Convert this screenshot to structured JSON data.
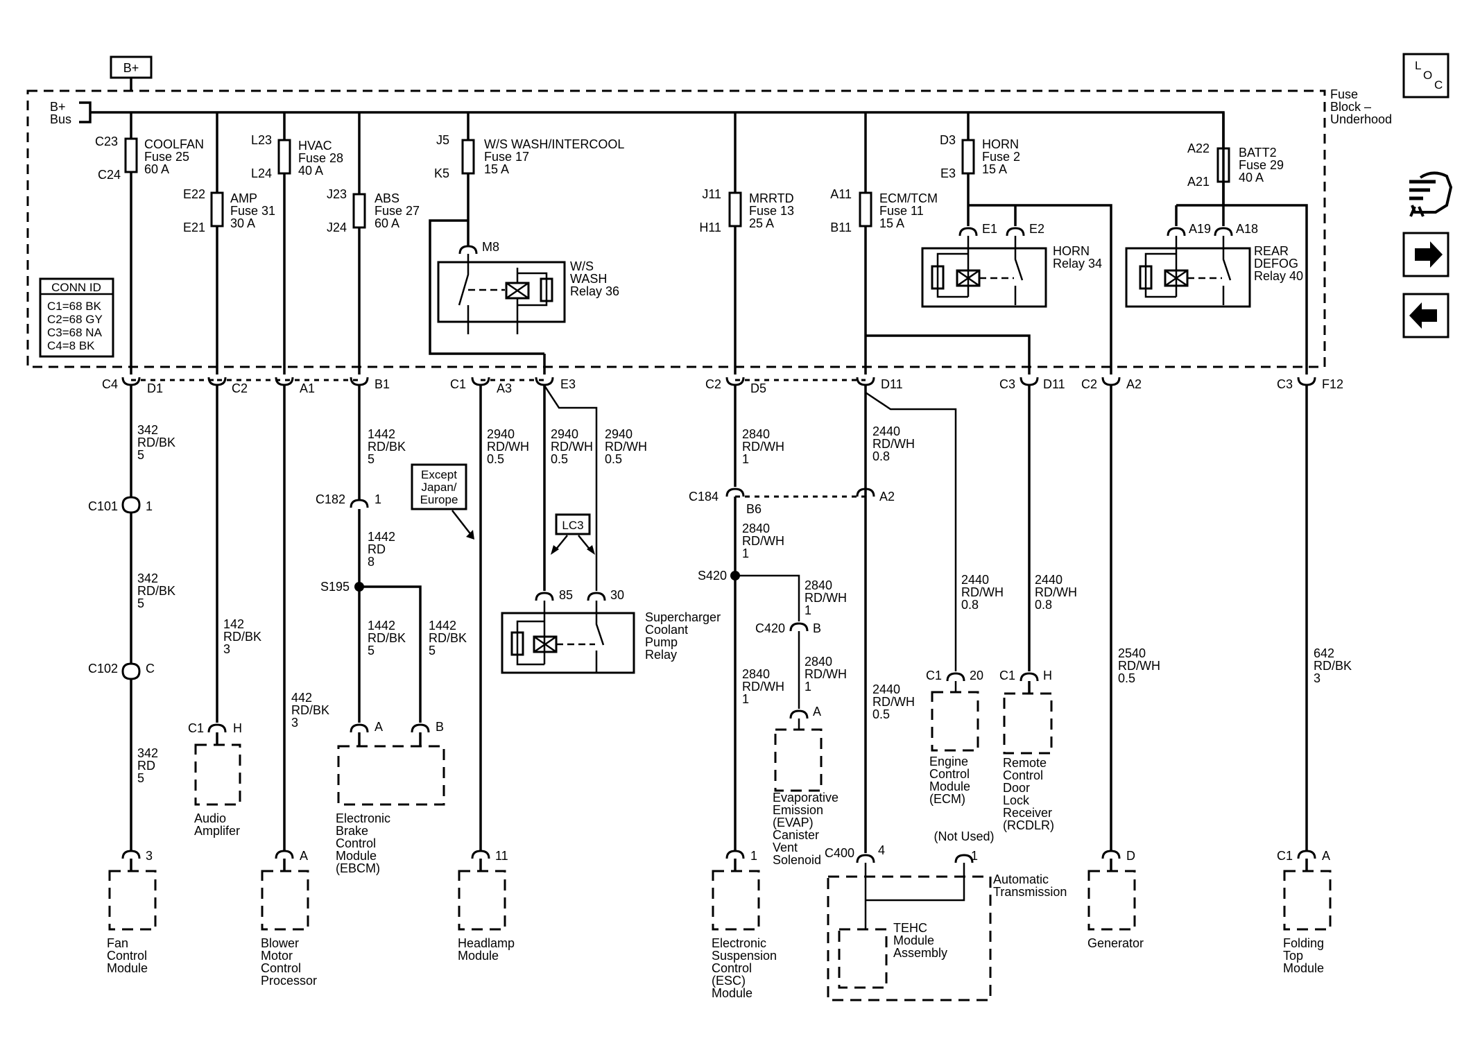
{
  "header": {
    "bplus": "B+"
  },
  "fuse_block": {
    "l1": "Fuse",
    "l2": "Block –",
    "l3": "Underhood"
  },
  "bus": {
    "l1": "B+",
    "l2": "Bus"
  },
  "conn_id": {
    "title": "CONN ID",
    "c1": "C1=68 BK",
    "c2": "C2=68 GY",
    "c3": "C3=68 NA",
    "c4": "C4=8 BK"
  },
  "fuses": [
    {
      "top": "C23",
      "bot": "C24",
      "name": "COOLFAN",
      "fuse": "Fuse 25",
      "amp": "60 A"
    },
    {
      "top": "E22",
      "bot": "E21",
      "name": "AMP",
      "fuse": "Fuse 31",
      "amp": "30 A"
    },
    {
      "top": "L23",
      "bot": "L24",
      "name": "HVAC",
      "fuse": "Fuse 28",
      "amp": "40 A"
    },
    {
      "top": "J23",
      "bot": "J24",
      "name": "ABS",
      "fuse": "Fuse 27",
      "amp": "60 A"
    },
    {
      "top": "J5",
      "bot": "K5",
      "name": "W/S WASH/INTERCOOL",
      "fuse": "Fuse 17",
      "amp": "15 A"
    },
    {
      "top": "J11",
      "bot": "H11",
      "name": "MRRTD",
      "fuse": "Fuse 13",
      "amp": "25 A"
    },
    {
      "top": "A11",
      "bot": "B11",
      "name": "ECM/TCM",
      "fuse": "Fuse 11",
      "amp": "15 A"
    },
    {
      "top": "D3",
      "bot": "E3",
      "name": "HORN",
      "fuse": "Fuse 2",
      "amp": "15 A"
    },
    {
      "top": "A22",
      "bot": "A21",
      "name": "BATT2",
      "fuse": "Fuse 29",
      "amp": "40 A"
    }
  ],
  "relays": {
    "ws": {
      "pin": "M8",
      "l1": "W/S",
      "l2": "WASH",
      "l3": "Relay 36"
    },
    "horn": {
      "p1": "E1",
      "p2": "E2",
      "l1": "HORN",
      "l2": "Relay 34"
    },
    "defog": {
      "p1": "A19",
      "p2": "A18",
      "l1": "REAR",
      "l2": "DEFOG",
      "l3": "Relay 40"
    }
  },
  "row_connectors": [
    {
      "conn": "C4",
      "pin": "D1"
    },
    {
      "conn": "",
      "pin": "C2"
    },
    {
      "conn": "",
      "pin": "A1"
    },
    {
      "conn": "",
      "pin": "B1"
    },
    {
      "conn": "C1",
      "pin": "A3"
    },
    {
      "conn": "",
      "pin": "E3"
    },
    {
      "conn": "C2",
      "pin": "D5"
    },
    {
      "conn": "",
      "pin": "D11"
    },
    {
      "conn": "C3",
      "pin": "D11"
    },
    {
      "conn": "C2",
      "pin": "A2"
    },
    {
      "conn": "C3",
      "pin": "F12"
    }
  ],
  "wires": [
    {
      "c": "342",
      "col": "RD/BK",
      "g": "5"
    },
    {
      "c": "342",
      "col": "RD/BK",
      "g": "5"
    },
    {
      "c": "342",
      "col": "RD",
      "g": "5"
    },
    {
      "c": "142",
      "col": "RD/BK",
      "g": "3"
    },
    {
      "c": "442",
      "col": "RD/BK",
      "g": "3"
    },
    {
      "c": "1442",
      "col": "RD/BK",
      "g": "5"
    },
    {
      "c": "1442",
      "col": "RD",
      "g": "8"
    },
    {
      "c": "1442",
      "col": "RD/BK",
      "g": "5"
    },
    {
      "c": "1442",
      "col": "RD/BK",
      "g": "5"
    },
    {
      "c": "2940",
      "col": "RD/WH",
      "g": "0.5"
    },
    {
      "c": "2940",
      "col": "RD/WH",
      "g": "0.5"
    },
    {
      "c": "2940",
      "col": "RD/WH",
      "g": "0.5"
    },
    {
      "c": "2840",
      "col": "RD/WH",
      "g": "1"
    },
    {
      "c": "2840",
      "col": "RD/WH",
      "g": "1"
    },
    {
      "c": "2840",
      "col": "RD/WH",
      "g": "1"
    },
    {
      "c": "2840",
      "col": "RD/WH",
      "g": "1"
    },
    {
      "c": "2840",
      "col": "RD/WH",
      "g": "1"
    },
    {
      "c": "2440",
      "col": "RD/WH",
      "g": "0.8"
    },
    {
      "c": "2440",
      "col": "RD/WH",
      "g": "0.5"
    },
    {
      "c": "2440",
      "col": "RD/WH",
      "g": "0.8"
    },
    {
      "c": "2440",
      "col": "RD/WH",
      "g": "0.8"
    },
    {
      "c": "2540",
      "col": "RD/WH",
      "g": "0.5"
    },
    {
      "c": "642",
      "col": "RD/BK",
      "g": "3"
    }
  ],
  "inline_connectors": {
    "c101": {
      "conn": "C101",
      "pin": "1"
    },
    "c102": {
      "conn": "C102",
      "pin": "C"
    },
    "c182": {
      "conn": "C182",
      "pin": "1"
    },
    "s195": "S195",
    "c184": {
      "conn": "C184",
      "p1": "B6",
      "p2": "A2"
    },
    "s420": "S420",
    "c420": {
      "conn": "C420",
      "pin": "B"
    }
  },
  "note_except": {
    "l1": "Except",
    "l2": "Japan/",
    "l3": "Europe"
  },
  "lc3": "LC3",
  "sc_relay": {
    "p1": "85",
    "p2": "30",
    "l1": "Supercharger",
    "l2": "Coolant",
    "l3": "Pump",
    "l4": "Relay"
  },
  "components": {
    "audio": {
      "conn": "C1",
      "pin": "H",
      "l1": "Audio",
      "l2": "Amplifer"
    },
    "ebcm": {
      "p1": "A",
      "p2": "B",
      "l1": "Electronic",
      "l2": "Brake",
      "l3": "Control",
      "l4": "Module",
      "l5": "(EBCM)"
    },
    "evap": {
      "pin": "A",
      "l1": "Evaporative",
      "l2": "Emission",
      "l3": "(EVAP)",
      "l4": "Canister",
      "l5": "Vent",
      "l6": "Solenoid"
    },
    "ecm": {
      "conn": "C1",
      "pin": "20",
      "l1": "Engine",
      "l2": "Control",
      "l3": "Module",
      "l4": "(ECM)"
    },
    "rcdlr": {
      "conn": "C1",
      "pin": "H",
      "l1": "Remote",
      "l2": "Control",
      "l3": "Door",
      "l4": "Lock",
      "l5": "Receiver",
      "l6": "(RCDLR)"
    },
    "fan": {
      "pin": "3",
      "l1": "Fan",
      "l2": "Control",
      "l3": "Module"
    },
    "blower": {
      "pin": "A",
      "l1": "Blower",
      "l2": "Motor",
      "l3": "Control",
      "l4": "Processor"
    },
    "headlamp": {
      "pin": "11",
      "l1": "Headlamp",
      "l2": "Module"
    },
    "esc": {
      "pin": "1",
      "l1": "Electronic",
      "l2": "Suspension",
      "l3": "Control",
      "l4": "(ESC)",
      "l5": "Module"
    },
    "trans": {
      "conn": "C400",
      "p1": "4",
      "p2": "1",
      "notused": "(Not Used)",
      "l1": "Automatic",
      "l2": "Transmission",
      "t1": "TEHC",
      "t2": "Module",
      "t3": "Assembly"
    },
    "generator": {
      "pin": "D",
      "l1": "Generator"
    },
    "folding": {
      "conn": "C1",
      "pin": "A",
      "l1": "Folding",
      "l2": "Top",
      "l3": "Module"
    }
  },
  "nav": {
    "loc": {
      "l": "L",
      "o": "O",
      "c": "C"
    }
  }
}
